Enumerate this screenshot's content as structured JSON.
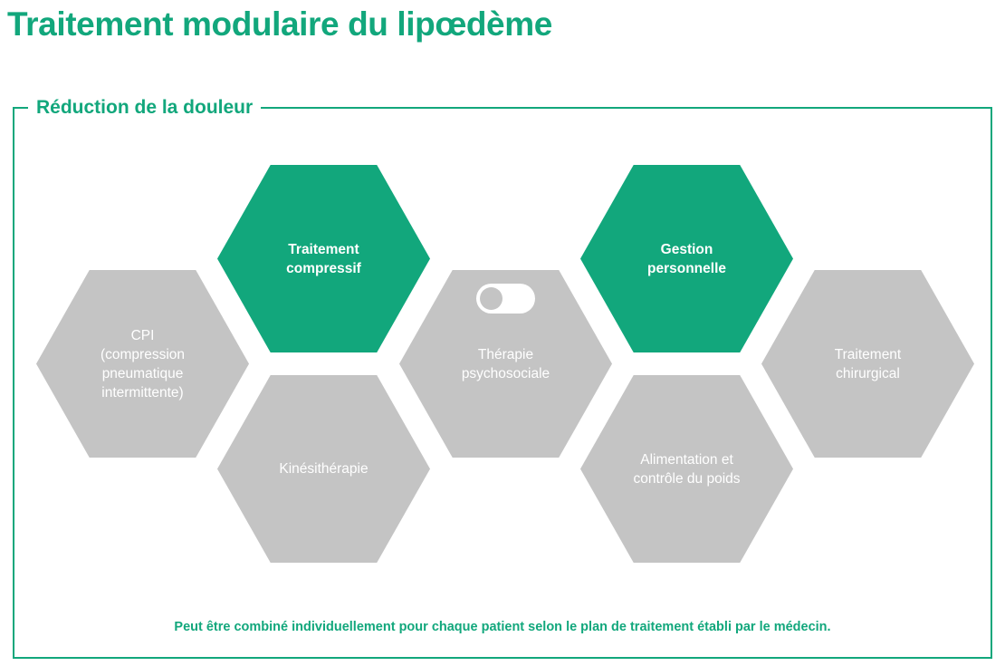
{
  "title": "Traitement modulaire du lipœdème",
  "frame": {
    "legend": "Réduction de la douleur"
  },
  "colors": {
    "accent_green": "#12a77c",
    "inactive_grey": "#c4c4c4",
    "label_white": "#ffffff",
    "background": "#ffffff"
  },
  "footer": {
    "note": "Peut être combiné individuellement pour chaque patient selon le plan de traitement établi par le médecin."
  },
  "hexagons": [
    {
      "id": "cpi",
      "label": "CPI\n(compression\npneumatique\nintermittente)",
      "state": "inactive",
      "color": "#c4c4c4",
      "icon": null
    },
    {
      "id": "traitement-compressif",
      "label": "Traitement\ncompressif",
      "state": "active",
      "color": "#12a77c",
      "icon": null
    },
    {
      "id": "kinesitherapie",
      "label": "Kinésithérapie",
      "state": "inactive",
      "color": "#c4c4c4",
      "icon": null
    },
    {
      "id": "therapie-psychosociale",
      "label": "Thérapie\npsychosociale",
      "state": "inactive",
      "color": "#c4c4c4",
      "icon": "toggle-switch-off-icon"
    },
    {
      "id": "gestion-personnelle",
      "label": "Gestion\npersonnelle",
      "state": "active",
      "color": "#12a77c",
      "icon": null
    },
    {
      "id": "alimentation-controle-poids",
      "label": "Alimentation et\ncontrôle du poids",
      "state": "inactive",
      "color": "#c4c4c4",
      "icon": null
    },
    {
      "id": "traitement-chirurgical",
      "label": "Traitement\nchirurgical",
      "state": "inactive",
      "color": "#c4c4c4",
      "icon": null
    }
  ]
}
